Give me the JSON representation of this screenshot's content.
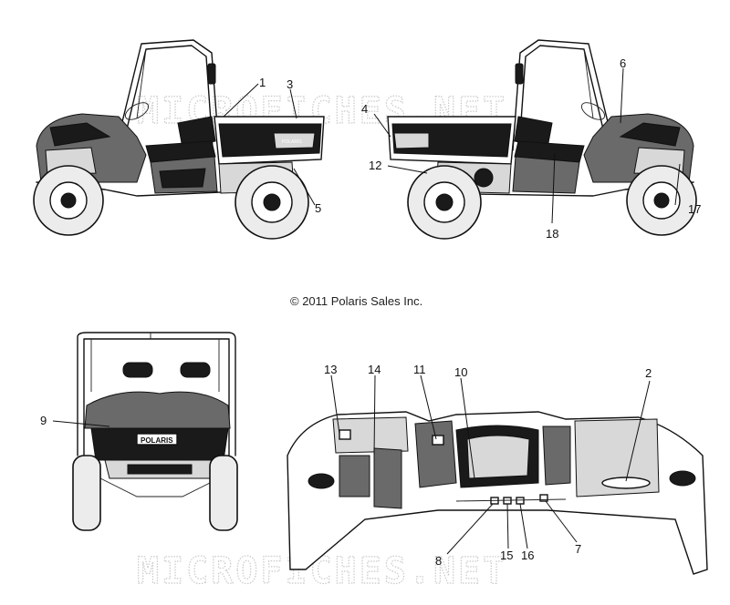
{
  "copyright": "© 2011 Polaris Sales Inc.",
  "watermark": "MICROFICHES.NET",
  "vehicle_badge": "POLARIS",
  "callouts": {
    "c1": "1",
    "c2": "2",
    "c3": "3",
    "c4": "4",
    "c5": "5",
    "c6": "6",
    "c7": "7",
    "c8": "8",
    "c9": "9",
    "c10": "10",
    "c11": "11",
    "c12": "12",
    "c13": "13",
    "c14": "14",
    "c15": "15",
    "c16": "16",
    "c17": "17",
    "c18": "18"
  }
}
